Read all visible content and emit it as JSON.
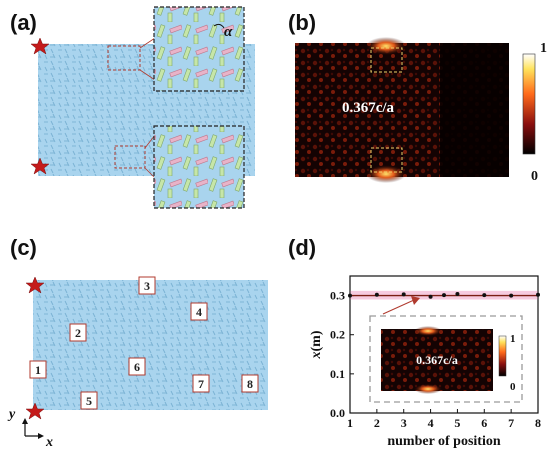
{
  "panels": {
    "a": {
      "label": "(a)",
      "angle_label": "α"
    },
    "b": {
      "label": "(b)",
      "frequency": "0.367c/a",
      "colorbar_max": "1",
      "colorbar_min": "0"
    },
    "c": {
      "label": "(c)",
      "axis_y": "y",
      "axis_x": "x",
      "positions": [
        "1",
        "2",
        "3",
        "4",
        "5",
        "6",
        "7",
        "8"
      ]
    },
    "d": {
      "label": "(d)",
      "inset_frequency": "0.367c/a",
      "inset_cb_max": "1",
      "inset_cb_min": "0"
    }
  },
  "colors": {
    "crystal": "#a9d4ee",
    "rod": "#7fb7d6",
    "star": "#c41b1b",
    "dashed_red": "#b03a2e",
    "line": "#7a1e14",
    "pink_band": "#f6cbe0"
  },
  "chart_data": {
    "type": "scatter",
    "xlabel": "number of position",
    "ylabel": "x(m)",
    "xlim": [
      1,
      8
    ],
    "ylim": [
      0.0,
      0.35
    ],
    "xticks": [
      "1",
      "2",
      "3",
      "4",
      "5",
      "6",
      "7",
      "8"
    ],
    "yticks": [
      "0.0",
      "0.1",
      "0.2",
      "0.3"
    ],
    "series": [
      {
        "x": [
          1,
          2,
          3,
          4,
          4.5,
          5,
          6,
          7,
          8
        ],
        "y": [
          0.3,
          0.302,
          0.303,
          0.297,
          0.301,
          0.304,
          0.301,
          0.3,
          0.302
        ]
      }
    ],
    "reference_line": 0.3
  }
}
